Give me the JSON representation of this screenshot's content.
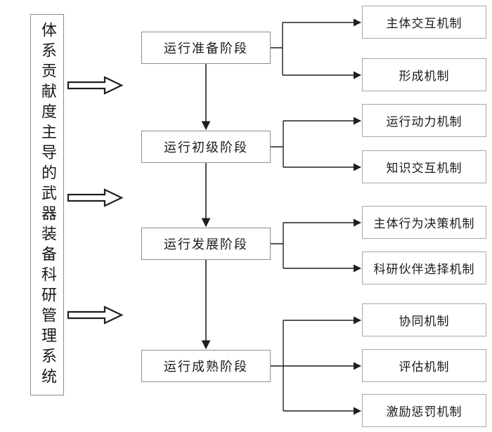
{
  "diagram": {
    "root_label": "体系贡献度主导的武器装备科研管理系统",
    "stages": [
      {
        "label": "运行准备阶段",
        "mechanisms": [
          "主体交互机制",
          "形成机制"
        ]
      },
      {
        "label": "运行初级阶段",
        "mechanisms": [
          "运行动力机制",
          "知识交互机制"
        ]
      },
      {
        "label": "运行发展阶段",
        "mechanisms": [
          "主体行为决策机制",
          "科研伙伴选择机制"
        ]
      },
      {
        "label": "运行成熟阶段",
        "mechanisms": [
          "协同机制",
          "评估机制",
          "激励惩罚机制"
        ]
      }
    ],
    "colors": {
      "background": "#ffffff",
      "stage_box_border": "#8d8d8d",
      "mech_box_border": "#a6a6a6",
      "connector_line": "#1f1f1f",
      "text": "#1a1a1a"
    }
  }
}
